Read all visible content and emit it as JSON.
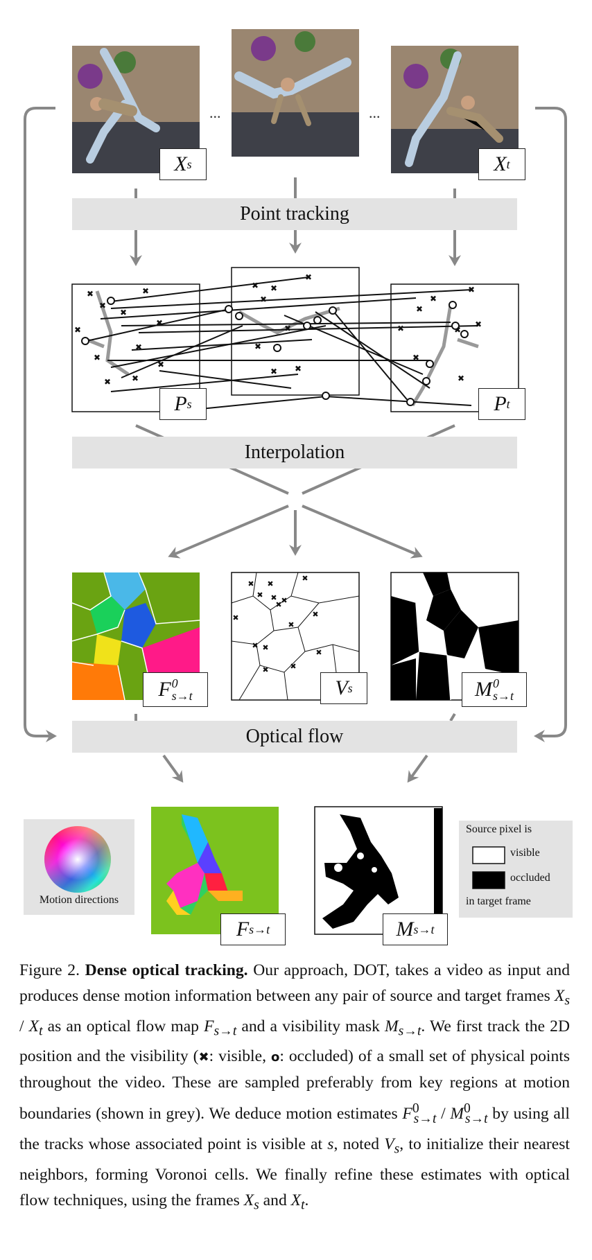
{
  "frames": {
    "dots": "...",
    "xs_label": "X",
    "xs_sub": "s",
    "xt_label": "X",
    "xt_sub": "t"
  },
  "stages": {
    "point_tracking": "Point tracking",
    "interpolation": "Interpolation",
    "optical_flow": "Optical flow"
  },
  "tracks": {
    "ps_label": "P",
    "ps_sub": "s",
    "pt_label": "P",
    "pt_sub": "t"
  },
  "estimates": {
    "f0_label": "F",
    "f0_sup": "0",
    "f0_sub": "s→t",
    "vs_label": "V",
    "vs_sub": "s",
    "m0_label": "M",
    "m0_sup": "0",
    "m0_sub": "s→t"
  },
  "outputs": {
    "motion_directions": "Motion directions",
    "f_label": "F",
    "f_sub": "s→t",
    "m_label": "M",
    "m_sub": "s→t"
  },
  "legend": {
    "title": "Source pixel is",
    "visible": "visible",
    "occluded": "occluded",
    "footer": "in target frame"
  },
  "caption": {
    "fig_label": "Figure 2.",
    "fig_title": "Dense optical tracking.",
    "s1": "Our approach, DOT, takes a video as input and produces dense motion information between any pair of source and target frames",
    "s1b": "as an optical flow map",
    "s1c": "and a visibility mask",
    "s2": "We first track the 2D position and the visibility (",
    "s2_visible": ": visible,",
    "s2_occluded": ": occluded) of a small set of physical points throughout the video.",
    "s3": "These are sampled preferably from key regions at motion boundaries (shown in grey).",
    "s4a": "We deduce motion estimates",
    "s4b": "by using all the tracks whose associated point is visible at",
    "s4c": ", noted",
    "s4d": ", to initialize their nearest neighbors, forming Voronoi cells.",
    "s5": "We finally refine these estimates with optical flow techniques, using the frames",
    "and": "and"
  }
}
